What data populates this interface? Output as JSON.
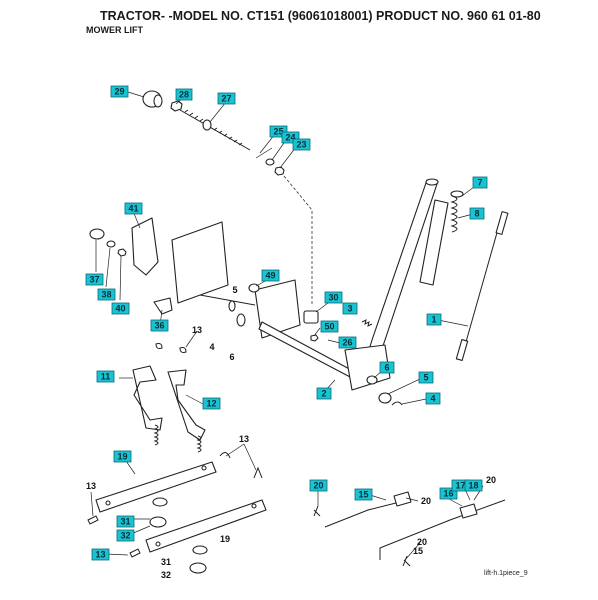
{
  "header": {
    "title": "TRACTOR- -MODEL NO. CT151 (96061018001) PRODUCT NO. 960 61 01-80",
    "subtitle": "MOWER LIFT"
  },
  "figure_code": "lift-h.1piece_9",
  "colors": {
    "callout_fill": "#19c3d3",
    "line": "#222222",
    "background": "#ffffff"
  },
  "callouts": {
    "c29": "29",
    "c28": "28",
    "c27": "27",
    "c25": "25",
    "c24": "24",
    "c23": "23",
    "c7": "7",
    "c8": "8",
    "c41": "41",
    "c37": "37",
    "c38": "38",
    "c40": "40",
    "c49": "49",
    "c30": "30",
    "c50": "50",
    "c3": "3",
    "c1": "1",
    "c26": "26",
    "c36": "36",
    "c11": "11",
    "c12": "12",
    "c2": "2",
    "c6": "6",
    "c5": "5",
    "c4": "4",
    "c19a": "19",
    "c31a": "31",
    "c32a": "32",
    "c13c": "13",
    "c20a": "20",
    "c15a": "15",
    "c16": "16",
    "c17": "17",
    "c18": "18"
  },
  "labels": {
    "l5": "5",
    "l4": "4",
    "l6": "6",
    "l13a": "13",
    "l13b": "13",
    "l13d": "13",
    "l19b": "19",
    "l31b": "31",
    "l32b": "32",
    "l20b": "20",
    "l20c": "20",
    "l20d": "20",
    "l15b": "15"
  }
}
